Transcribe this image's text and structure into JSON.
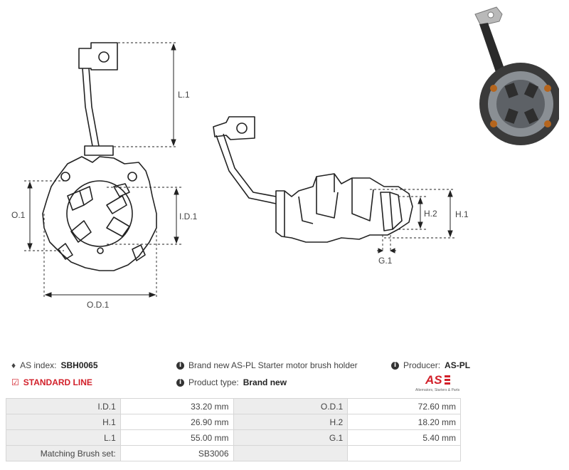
{
  "dimensions": {
    "l1": "L.1",
    "o1": "O.1",
    "id1": "I.D.1",
    "od1": "O.D.1",
    "h1": "H.1",
    "h2": "H.2",
    "g1": "G.1"
  },
  "info": {
    "as_index_label": "AS index:",
    "as_index_value": "SBH0065",
    "line_label": "STANDARD LINE",
    "description": "Brand new AS-PL Starter motor brush holder",
    "product_type_label": "Product type:",
    "product_type_value": "Brand new",
    "producer_label": "Producer:",
    "producer_value": "AS-PL",
    "logo_text": "AS",
    "logo_tagline": "Alternators, Starters & Parts"
  },
  "specs": [
    {
      "l1": "I.D.1",
      "v1": "33.20 mm",
      "l2": "O.D.1",
      "v2": "72.60 mm"
    },
    {
      "l1": "H.1",
      "v1": "26.90 mm",
      "l2": "H.2",
      "v2": "18.20 mm"
    },
    {
      "l1": "L.1",
      "v1": "55.00 mm",
      "l2": "G.1",
      "v2": "5.40 mm"
    },
    {
      "l1": "Matching Brush set:",
      "v1": "SB3006",
      "l2": "",
      "v2": ""
    }
  ]
}
